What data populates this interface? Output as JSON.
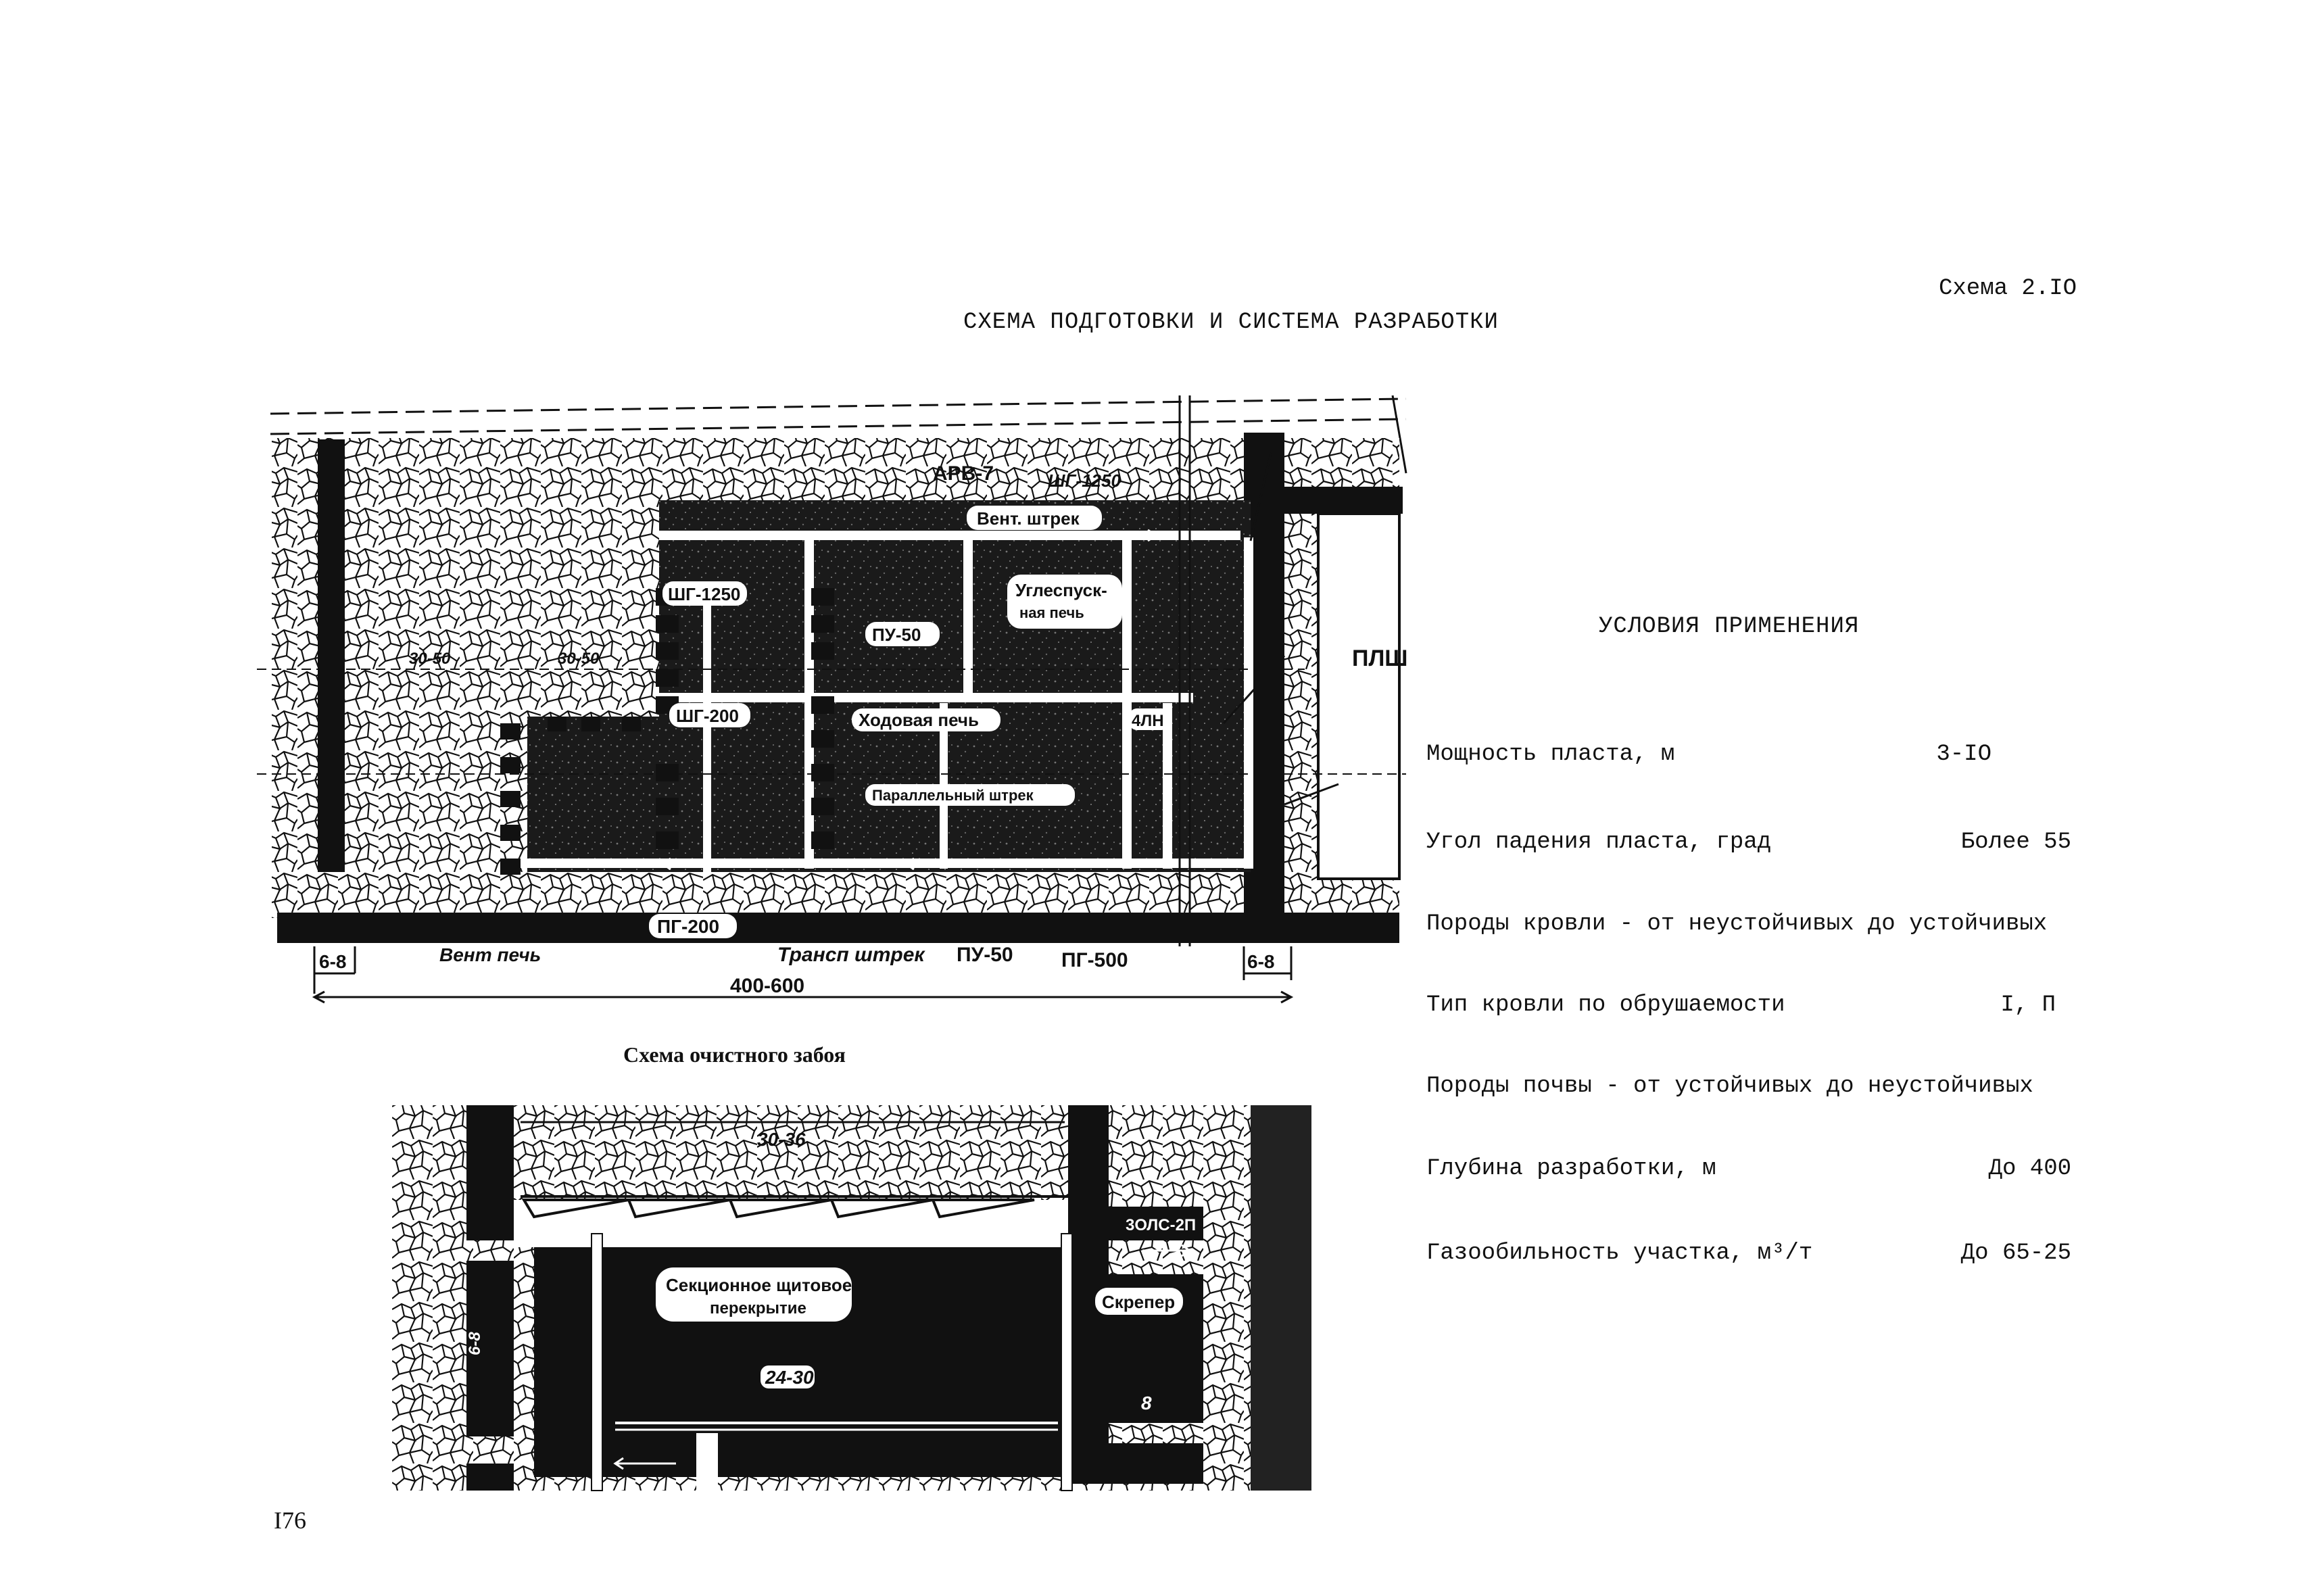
{
  "header": {
    "scheme_id": "Схема 2.IO",
    "title": "СХЕМА ПОДГОТОВКИ И СИСТЕМА РАЗРАБОТКИ"
  },
  "main_diagram": {
    "labels": {
      "arv": "АРВ-7",
      "shg1250_top": "ШГ-1250",
      "vent_shtrek": "Вент. штрек",
      "shg1250_left": "ШГ-1250",
      "pu50_mid": "ПУ-50",
      "coal_chute": "Углеспуск-",
      "coal_chute_2": "ная печь",
      "plsh": "ПЛШ",
      "shg200": "ШГ-200",
      "travel_chute": "Ходовая печь",
      "parallel_drift": "Параллельный штрек",
      "label_4ln": "4ЛН",
      "pg200": "ПГ-200",
      "vent_pech": "Вент печь",
      "transp_shtrek": "Трансп штрек",
      "pu50_bottom": "ПУ-50",
      "pg500": "ПГ-500",
      "dim_left_6_8": "6-8",
      "dim_right_6_8": "6-8",
      "dim_400_600": "400-600",
      "dim_30_50_a": "30-50",
      "dim_30_50_b": "30-50"
    }
  },
  "sub_diagram": {
    "title": "Схема очистного забоя",
    "labels": {
      "dim_30_36": "30-36",
      "zolts": "3ОЛС-2П",
      "shield_1": "Секционное щитовое",
      "shield_2": "перекрытие",
      "scraper": "Скрепер",
      "dim_6_8": "6-8",
      "dim_24_30": "24-30",
      "dim_8": "8"
    }
  },
  "conditions": {
    "title": "УСЛОВИЯ ПРИМЕНЕНИЯ",
    "rows": [
      {
        "label": "Мощность пласта, м",
        "value": "3-IO"
      },
      {
        "label": "Угол падения пласта, град",
        "value": "Более 55"
      },
      {
        "label": "Породы кровли - от неустойчивых до устойчивых",
        "value": ""
      },
      {
        "label": "Тип кровли по обрушаемости",
        "value": "I, П"
      },
      {
        "label": "Породы почвы - от устойчивых до неустойчивых",
        "value": ""
      },
      {
        "label": "Глубина разработки, м",
        "value": "До 400"
      },
      {
        "label": "Газообильность участка, м³/т",
        "value": "До 65-25"
      }
    ]
  },
  "page_number": "I76"
}
